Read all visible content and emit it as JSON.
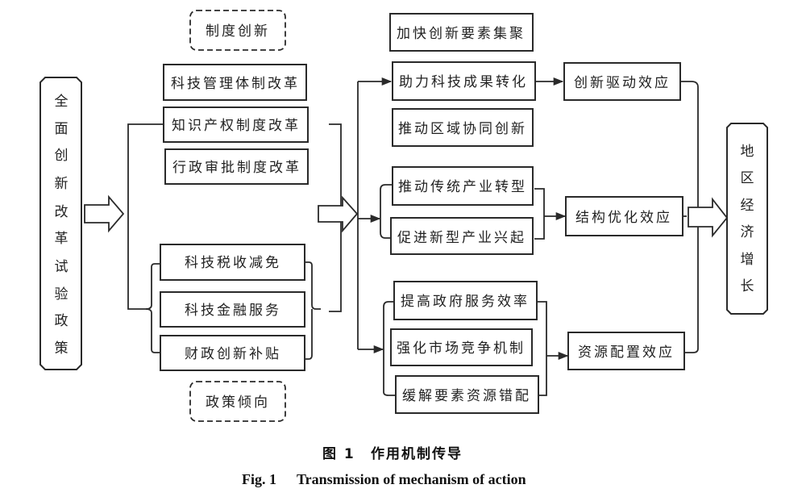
{
  "diagram": {
    "source": {
      "label_chars": [
        "全",
        "面",
        "创",
        "新",
        "改",
        "革",
        "试",
        "验",
        "政",
        "策"
      ],
      "label": "全面创新改革试验政策"
    },
    "groups": {
      "institutional": {
        "title": "制度创新",
        "items": [
          "科技管理体制改革",
          "知识产权制度改革",
          "行政审批制度改革"
        ]
      },
      "policy": {
        "title": "政策倾向",
        "items": [
          "科技税收减免",
          "科技金融服务",
          "财政创新补贴"
        ]
      }
    },
    "channels": {
      "innovation": [
        "加快创新要素集聚",
        "助力科技成果转化",
        "推动区域协同创新"
      ],
      "structure": [
        "推动传统产业转型",
        "促进新型产业兴起"
      ],
      "allocation": [
        "提高政府服务效率",
        "强化市场竞争机制",
        "缓解要素资源错配"
      ]
    },
    "effects": [
      "创新驱动效应",
      "结构优化效应",
      "资源配置效应"
    ],
    "target": {
      "label_chars": [
        "地",
        "区",
        "经",
        "济",
        "增",
        "长"
      ],
      "label": "地区经济增长"
    }
  },
  "caption": {
    "cn_num": "图 1",
    "cn_title": "作用机制传导",
    "en_num": "Fig. 1",
    "en_title": "Transmission of mechanism of action"
  },
  "colors": {
    "line": "#2a2a2a",
    "text": "#222222",
    "background": "#ffffff"
  }
}
